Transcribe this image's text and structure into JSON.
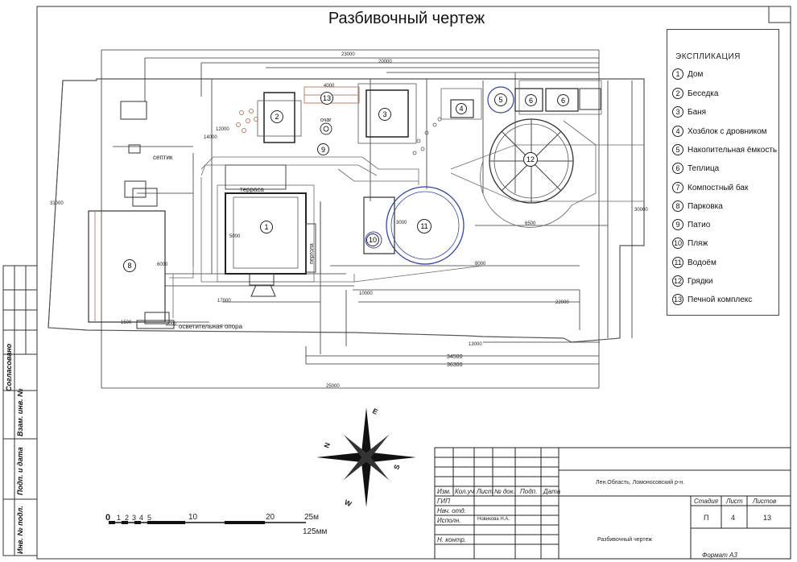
{
  "drawing": {
    "title": "Разбивочный чертеж"
  },
  "explication": {
    "heading": "ЭКСПЛИКАЦИЯ",
    "items": [
      {
        "num": "1",
        "label": "Дом"
      },
      {
        "num": "2",
        "label": "Беседка"
      },
      {
        "num": "3",
        "label": "Баня"
      },
      {
        "num": "4",
        "label": "Хозблок с дровником"
      },
      {
        "num": "5",
        "label": "Накопительная ёмкость"
      },
      {
        "num": "6",
        "label": "Теплица"
      },
      {
        "num": "7",
        "label": "Компостный бак"
      },
      {
        "num": "8",
        "label": "Парковка"
      },
      {
        "num": "9",
        "label": "Патио"
      },
      {
        "num": "10",
        "label": "Пляж"
      },
      {
        "num": "11",
        "label": "Водоём"
      },
      {
        "num": "12",
        "label": "Грядки"
      },
      {
        "num": "13",
        "label": "Печной комплекс"
      }
    ]
  },
  "plan_labels": {
    "terrace": "терраса",
    "septic": "септик",
    "lighting_pole": "осветительная опора",
    "hearth": "очаг",
    "pergola": "пергола",
    "markers": [
      "1",
      "2",
      "3",
      "4",
      "5",
      "6",
      "6",
      "8",
      "9",
      "10",
      "11",
      "12",
      "13"
    ]
  },
  "dimensions": {
    "d34500": "34500",
    "d36300": "36300",
    "d31000": "31000",
    "d30000": "30000",
    "d14000": "14000",
    "d12000": "12000",
    "d4000": "4000",
    "d6500": "6500",
    "d8000": "8000",
    "d10000": "10000",
    "d1500": "1500",
    "d3000": "3000",
    "d5000": "5000",
    "d2000": "2000",
    "d6000": "6000",
    "d13000": "13000",
    "d17000": "17000",
    "d23000": "23000",
    "d20000": "20000",
    "d25000": "25000",
    "d22000": "22000"
  },
  "scale_bar": {
    "ticks": [
      "0",
      "1",
      "2",
      "3",
      "4",
      "5",
      "10",
      "20",
      "25м"
    ],
    "note": "125мм"
  },
  "title_block": {
    "headers": [
      "Изм.",
      "Кол.уч",
      "Лист",
      "№ док.",
      "Подп.",
      "Дата"
    ],
    "roles": [
      "ГИП",
      "Нач. отд.",
      "Исполн.",
      "Н. контр."
    ],
    "executor_name": "Новикова Н.А.",
    "location": "Лен.Область, Ломоносовский р-н.",
    "sheet_title": "Разбивочный чертеж",
    "stage_label": "Стадия",
    "sheet_label": "Лист",
    "sheets_label": "Листов",
    "stage": "П",
    "sheet": "4",
    "sheets": "13",
    "format": "Формат А3"
  },
  "side_stamps": {
    "agreed": "Согласовано",
    "inv_no": "Взам. инв. №",
    "sign_date": "Подп. и дата",
    "inv_orig": "Инв. № подл."
  },
  "compass": {
    "n": "N",
    "s": "S",
    "e": "E",
    "w": "W"
  }
}
